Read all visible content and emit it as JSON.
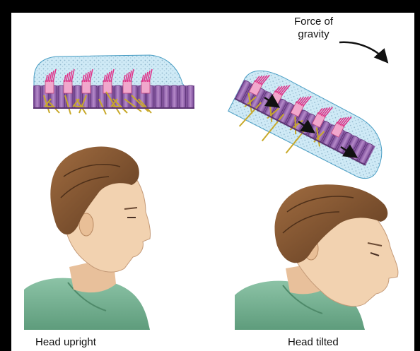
{
  "figure": {
    "label_force_of_gravity": "Force of\ngravity",
    "caption_upright": "Head upright",
    "caption_tilted": "Head tilted"
  },
  "colors": {
    "background": "#000000",
    "panel": "#ffffff",
    "otolithic_membrane": "#c9e9f5",
    "hair_cell": "#9a6bb0",
    "hair_cell_dark": "#6e4188",
    "stereocilia": "#e0338a",
    "nerve_fiber": "#c8a92a",
    "skin": "#f2d2b0",
    "hair": "#8a5a35",
    "shirt": "#79b596"
  },
  "icons": [
    "arrow-right-down-icon",
    "gravity-arrow-icon"
  ]
}
